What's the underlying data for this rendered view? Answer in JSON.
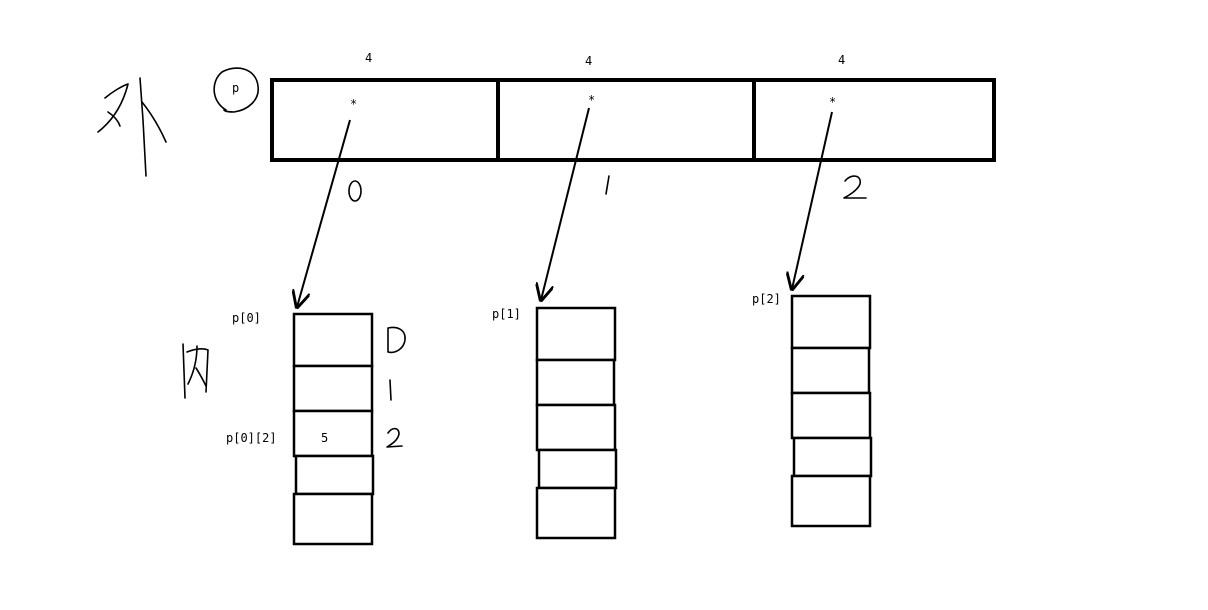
{
  "labels": {
    "pointer_name": "p",
    "sizes": [
      "4",
      "4",
      "4"
    ],
    "stars": [
      "*",
      "*",
      "*"
    ],
    "row_names": [
      "p[0]",
      "p[1]",
      "p[2]"
    ],
    "element_name": "p[0][2]",
    "element_value": "5"
  },
  "handwriting": {
    "outer_char": "外",
    "inner_char": "内",
    "outer_indices": [
      "0",
      "1",
      "2"
    ],
    "inner_indices": [
      "0",
      "1",
      "2"
    ]
  },
  "colors": {
    "ink": "#000000",
    "background": "#ffffff"
  }
}
